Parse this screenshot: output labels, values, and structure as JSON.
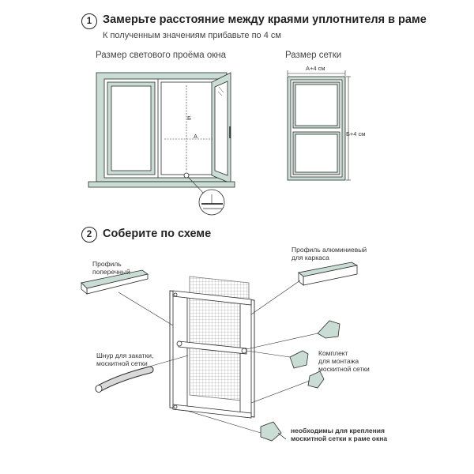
{
  "step1": {
    "number": "1",
    "title": "Замерьте расстояние между краями уплотнителя в раме",
    "subtitle": "К полученным значениям прибавьте по 4 см",
    "window_caption": "Размер светового проёма окна",
    "net_caption": "Размер сетки",
    "window_dim_b": "Б",
    "window_dim_a": "А",
    "net_dim_a": "А+4 см",
    "net_dim_b": "Б+4 см"
  },
  "step2": {
    "number": "2",
    "title": "Соберите по схеме",
    "labels": {
      "cross_profile": "Профиль\nпоперечный",
      "alu_profile": "Профиль алюминиевый\nдля каркаса",
      "cord": "Шнур для закатки,\nмоскитной сетки",
      "kit": "Комплект\nдля монтажа\nмоскитной сетки",
      "mount_note": "необходимы для крепления\nмоскитной сетки к раме окна"
    }
  },
  "colors": {
    "accent": "#c9ddd4",
    "line": "#2b2b2b",
    "mesh": "#9a9a9a"
  }
}
